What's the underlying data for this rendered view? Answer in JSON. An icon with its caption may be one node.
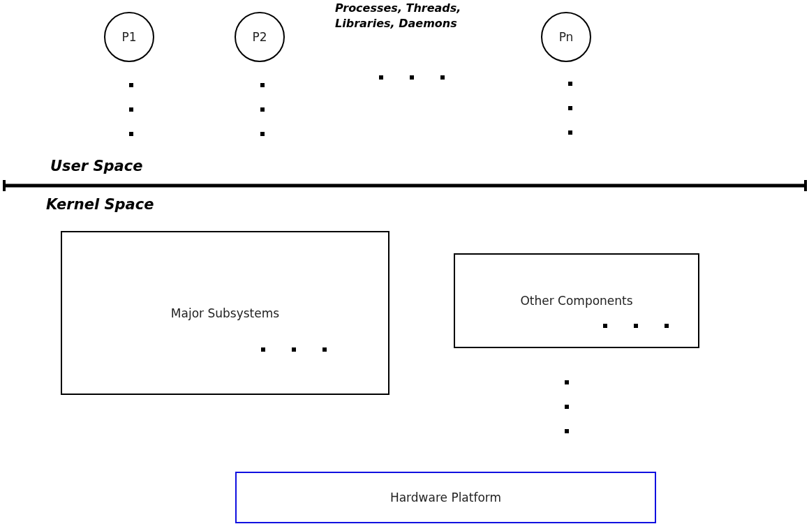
{
  "diagram": {
    "nodes": [
      {
        "text": [
          "P1"
        ]
      },
      {
        "text": [
          "P2"
        ]
      },
      {
        "text": [
          "Pn"
        ]
      },
      {
        "text": [
          "Major Subsystems"
        ]
      },
      {
        "text": [
          "Other Components"
        ]
      },
      {
        "text": [
          "Hardware Platform"
        ]
      }
    ],
    "labels": [
      "Processes, Threads, Libraries, Daemons",
      "User Space",
      "Kernel Space"
    ]
  }
}
